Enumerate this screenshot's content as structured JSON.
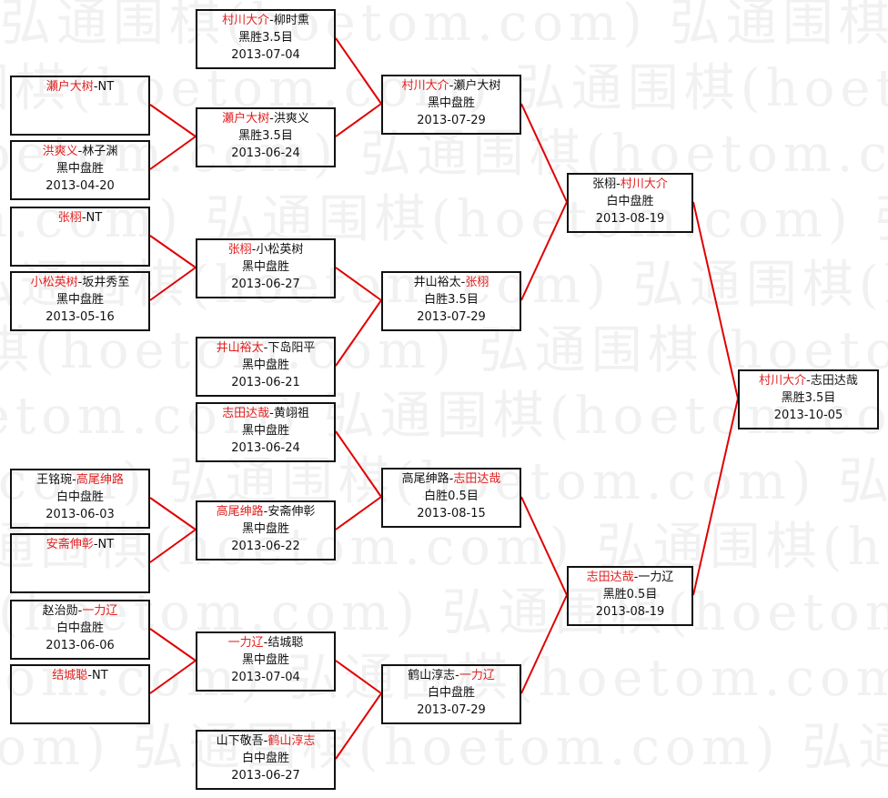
{
  "watermark": "弘通围棋(hoetom.com)",
  "colors": {
    "winner": "#e02020",
    "line": "#e00000",
    "border": "#111111"
  },
  "matches": {
    "r1": [
      {
        "a": "瀬户大树",
        "sep": "-",
        "b": "NT",
        "winner": "a",
        "result": "",
        "date": ""
      },
      {
        "a": "洪爽义",
        "sep": "-",
        "b": "林子渊",
        "winner": "a",
        "result": "黑中盘胜",
        "date": "2013-04-20"
      },
      {
        "a": "张栩",
        "sep": "-",
        "b": "NT",
        "winner": "a",
        "result": "",
        "date": ""
      },
      {
        "a": "小松英树",
        "sep": "-",
        "b": "坂井秀至",
        "winner": "a",
        "result": "黑中盘胜",
        "date": "2013-05-16"
      },
      {
        "a": "王铭琬",
        "sep": "-",
        "b": "高尾绅路",
        "winner": "b",
        "result": "白中盘胜",
        "date": "2013-06-03"
      },
      {
        "a": "安斋伸彰",
        "sep": "-",
        "b": "NT",
        "winner": "a",
        "result": "",
        "date": ""
      },
      {
        "a": "赵治勋",
        "sep": "-",
        "b": "一力辽",
        "winner": "b",
        "result": "白中盘胜",
        "date": "2013-06-06"
      },
      {
        "a": "结城聪",
        "sep": "-",
        "b": "NT",
        "winner": "a",
        "result": "",
        "date": ""
      }
    ],
    "r2": [
      {
        "a": "村川大介",
        "sep": "-",
        "b": "柳时熏",
        "winner": "a",
        "result": "黑胜3.5目",
        "date": "2013-07-04"
      },
      {
        "a": "瀬户大树",
        "sep": "-",
        "b": "洪爽义",
        "winner": "a",
        "result": "黑胜3.5目",
        "date": "2013-06-24"
      },
      {
        "a": "张栩",
        "sep": "-",
        "b": "小松英树",
        "winner": "a",
        "result": "黑中盘胜",
        "date": "2013-06-27"
      },
      {
        "a": "井山裕太",
        "sep": "-",
        "b": "下岛阳平",
        "winner": "a",
        "result": "黑中盘胜",
        "date": "2013-06-21"
      },
      {
        "a": "志田达哉",
        "sep": "-",
        "b": "黄翊祖",
        "winner": "a",
        "result": "黑中盘胜",
        "date": "2013-06-24"
      },
      {
        "a": "高尾绅路",
        "sep": "-",
        "b": "安斋伸彰",
        "winner": "a",
        "result": "黑中盘胜",
        "date": "2013-06-22"
      },
      {
        "a": "一力辽",
        "sep": "-",
        "b": "结城聪",
        "winner": "a",
        "result": "黑中盘胜",
        "date": "2013-07-04"
      },
      {
        "a": "山下敬吾",
        "sep": "-",
        "b": "鹤山淳志",
        "winner": "b",
        "result": "白中盘胜",
        "date": "2013-06-27"
      }
    ],
    "r3": [
      {
        "a": "村川大介",
        "sep": "-",
        "b": "瀬户大树",
        "winner": "a",
        "result": "黑中盘胜",
        "date": "2013-07-29"
      },
      {
        "a": "井山裕太",
        "sep": "-",
        "b": "张栩",
        "winner": "b",
        "result": "白胜3.5目",
        "date": "2013-07-29"
      },
      {
        "a": "高尾绅路",
        "sep": "-",
        "b": "志田达哉",
        "winner": "b",
        "result": "白胜0.5目",
        "date": "2013-08-15"
      },
      {
        "a": "鹤山淳志",
        "sep": "-",
        "b": "一力辽",
        "winner": "b",
        "result": "白中盘胜",
        "date": "2013-07-29"
      }
    ],
    "r4": [
      {
        "a": "张栩",
        "sep": "-",
        "b": "村川大介",
        "winner": "b",
        "result": "白中盘胜",
        "date": "2013-08-19"
      },
      {
        "a": "志田达哉",
        "sep": "-",
        "b": "一力辽",
        "winner": "a",
        "result": "黑胜0.5目",
        "date": "2013-08-19"
      }
    ],
    "r5": [
      {
        "a": "村川大介",
        "sep": "-",
        "b": "志田达哉",
        "winner": "a",
        "result": "黑胜3.5目",
        "date": "2013-10-05"
      }
    ]
  }
}
